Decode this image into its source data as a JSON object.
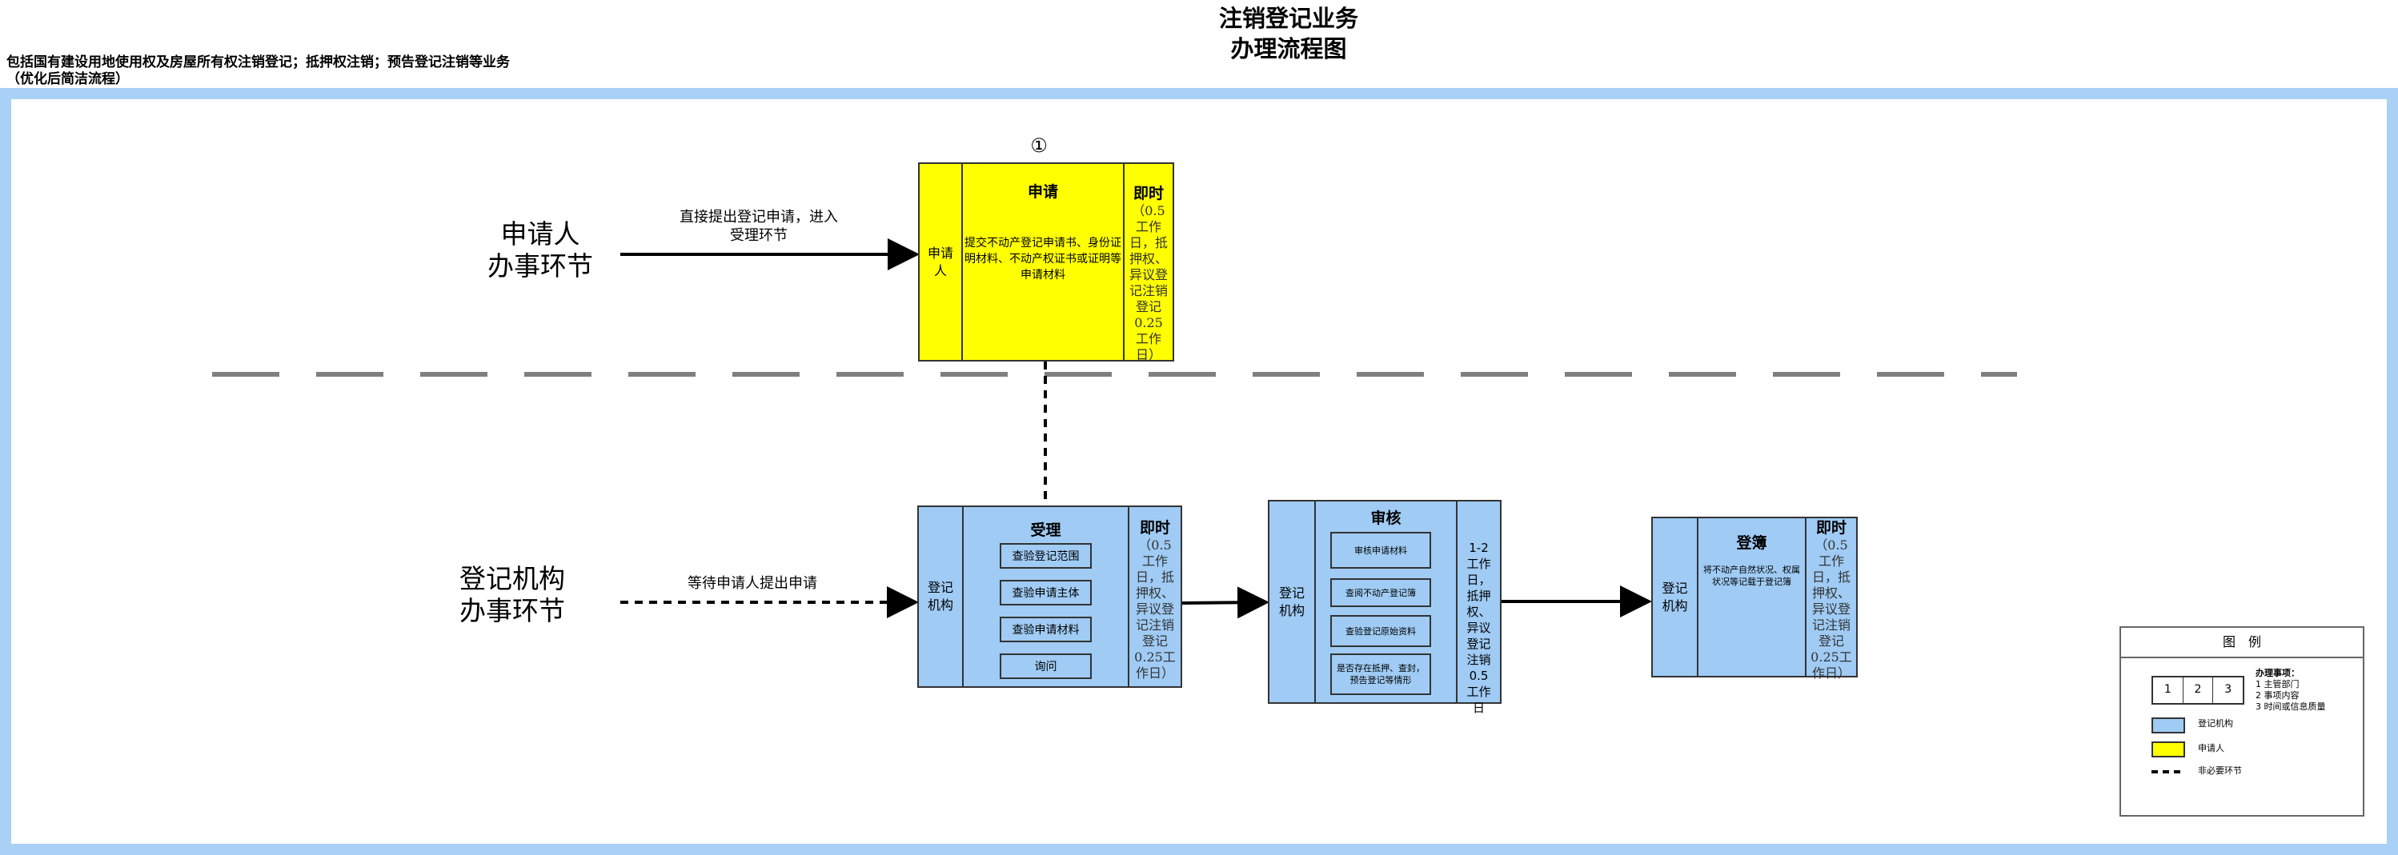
{
  "header": {
    "title_line1": "注销登记业务",
    "title_line2": "办理流程图",
    "scope_line1": "包括国有建设用地使用权及房屋所有权注销登记；抵押权注销；预告登记注销等业务",
    "scope_line2": "（优化后简洁流程）"
  },
  "lanes": {
    "applicant": {
      "line1": "申请人",
      "line2": "办事环节"
    },
    "agency": {
      "line1": "登记机构",
      "line2": "办事环节"
    }
  },
  "arrows": {
    "applicant_note": "直接提出登记申请，进入受理环节",
    "agency_note": "等待申请人提出申请"
  },
  "steps": {
    "apply": {
      "number": "①",
      "role": "申请人",
      "title": "申请",
      "content": "提交不动产登记申请书、身份证明材料、不动产权证书或证明等申请材料",
      "time_head": "即时",
      "time_detail": "（0.5工作日，抵押权、异议登记注销登记0.25工作日）"
    },
    "accept": {
      "role": "登记机构",
      "title": "受理",
      "items": [
        "查验登记范围",
        "查验申请主体",
        "查验申请材料",
        "询问"
      ],
      "time_head": "即时",
      "time_detail": "（0.5工作日，抵押权、异议登记注销登记0.25工作日）"
    },
    "review": {
      "role": "登记机构",
      "title": "审核",
      "items": [
        "审核申请材料",
        "查阅不动产登记簿",
        "查验登记原始资料",
        "是否存在抵押、查封，预告登记等情形"
      ],
      "time": "1-2工作日，抵押权、异议登记注销0.5工作日"
    },
    "register": {
      "role": "登记机构",
      "title": "登簿",
      "content": "将不动产自然状况、权属状况等记载于登记簿",
      "time_head": "即时",
      "time_detail": "（0.5工作日，抵押权、异议登记注销登记0.25工作日）"
    }
  },
  "legend": {
    "title": "图　例",
    "cells": [
      "1",
      "2",
      "3"
    ],
    "items_title": "办理事项：",
    "items": [
      "1 主管部门",
      "2 事项内容",
      "3 时间或信息质量"
    ],
    "blue_label": "登记机构",
    "yellow_label": "申请人",
    "dashed_label": "非必要环节"
  },
  "colors": {
    "frame": "#a9d0f5",
    "agency_fill": "#9fcbf4",
    "applicant_fill": "#ffff00",
    "divider": "#7f7f7f"
  }
}
